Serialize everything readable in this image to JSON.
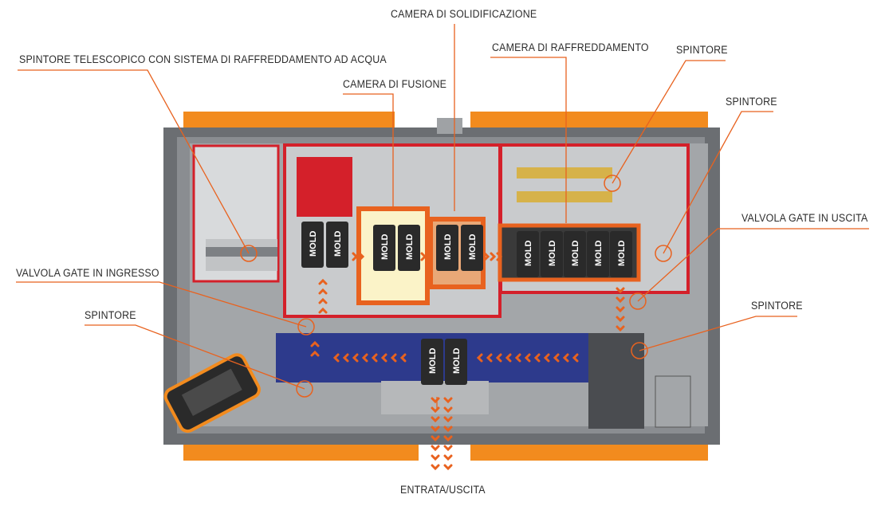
{
  "labels": {
    "solidification_chamber": "CAMERA DI SOLIDIFICAZIONE",
    "telescopic_pusher": "SPINTORE TELESCOPICO CON SISTEMA DI RAFFREDDAMENTO AD ACQUA",
    "melting_chamber": "CAMERA DI FUSIONE",
    "cooling_chamber": "CAMERA DI RAFFREDDAMENTO",
    "pusher_top_right": "SPINTORE",
    "pusher_right": "SPINTORE",
    "outlet_gate_valve": "VALVOLA GATE IN USCITA",
    "inlet_gate_valve": "VALVOLA GATE IN INGRESSO",
    "pusher_left": "SPINTORE",
    "pusher_lower_right": "SPINTORE",
    "entry_exit": "ENTRATA/USCITA"
  },
  "mold_text": "MOLD",
  "colors": {
    "accent_orange": "#e8621f",
    "frame_orange": "#f28b1e",
    "chamber_red": "#d4202a",
    "conveyor_blue": "#2d3a8c",
    "chassis_grey": "#6b6e72",
    "panel_grey": "#c9cbcd",
    "mold_black": "#2a2a2a"
  }
}
